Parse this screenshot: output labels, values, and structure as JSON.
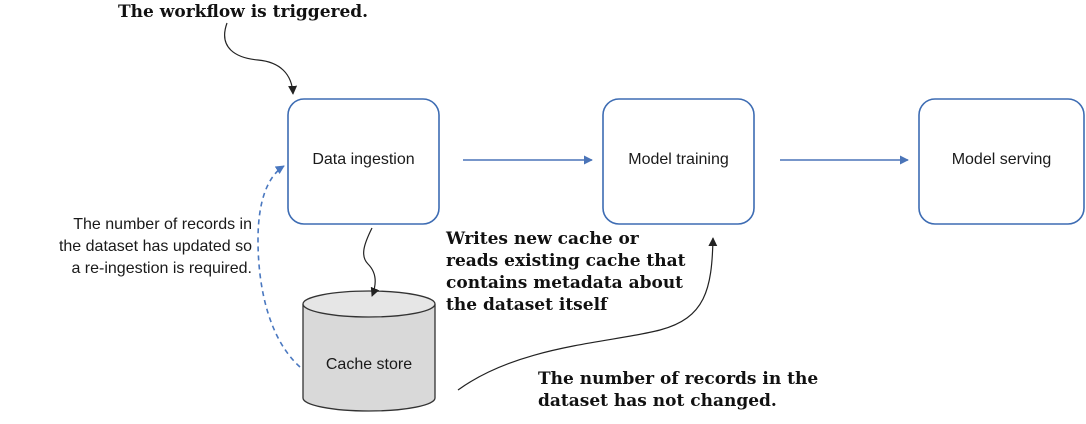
{
  "nodes": {
    "ingestion": "Data ingestion",
    "training": "Model training",
    "serving": "Model serving",
    "cache": "Cache store"
  },
  "notes": {
    "triggered": "The workflow is triggered.",
    "cache_io": "Writes new cache or\nreads existing cache that\ncontains metadata about\nthe dataset itself",
    "unchanged": "The number of records in the\ndataset has not changed.",
    "updated": "The number of records in\nthe dataset has updated so\na re-ingestion is required."
  },
  "colors": {
    "box_border": "#3d6cb3",
    "arrow_blue": "#4a74b8",
    "dashed_blue": "#4a78c0",
    "cache_fill": "#d9d9d9",
    "cache_border": "#333333",
    "curve": "#222222"
  }
}
